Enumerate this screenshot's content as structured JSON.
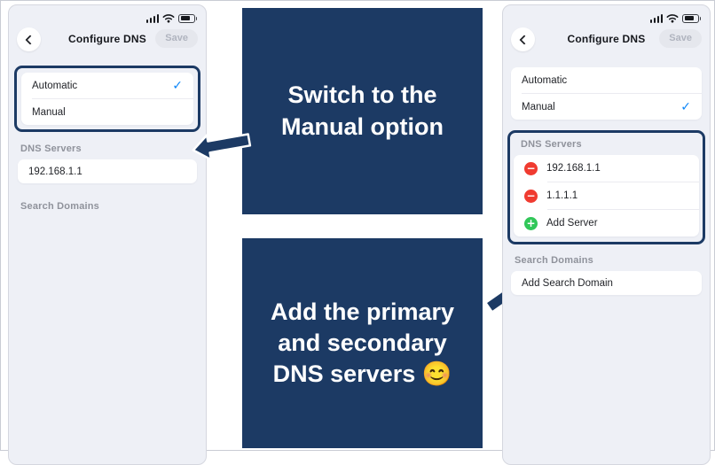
{
  "icons": {
    "check": "✓",
    "minus": "−",
    "plus": "+"
  },
  "colors": {
    "navy": "#1c3a64",
    "check_blue": "#0d86f8",
    "remove_red": "#f03b30",
    "add_green": "#31c759"
  },
  "left_phone": {
    "nav": {
      "title": "Configure DNS",
      "save_label": "Save"
    },
    "options": [
      {
        "label": "Automatic",
        "checked": true
      },
      {
        "label": "Manual",
        "checked": false
      }
    ],
    "sections": {
      "dns_servers": "DNS Servers",
      "search_domains": "Search Domains"
    },
    "servers": [
      "192.168.1.1"
    ]
  },
  "right_phone": {
    "nav": {
      "title": "Configure DNS",
      "save_label": "Save"
    },
    "options": [
      {
        "label": "Automatic",
        "checked": false
      },
      {
        "label": "Manual",
        "checked": true
      }
    ],
    "sections": {
      "dns_servers": "DNS Servers",
      "search_domains": "Search Domains"
    },
    "servers": [
      "192.168.1.1",
      "1.1.1.1"
    ],
    "add_server_label": "Add Server",
    "add_search_domain_label": "Add Search Domain"
  },
  "callouts": {
    "first": {
      "text": "Switch to the\nManual option"
    },
    "second": {
      "text": "Add the primary\nand secondary\nDNS servers 😊"
    }
  }
}
